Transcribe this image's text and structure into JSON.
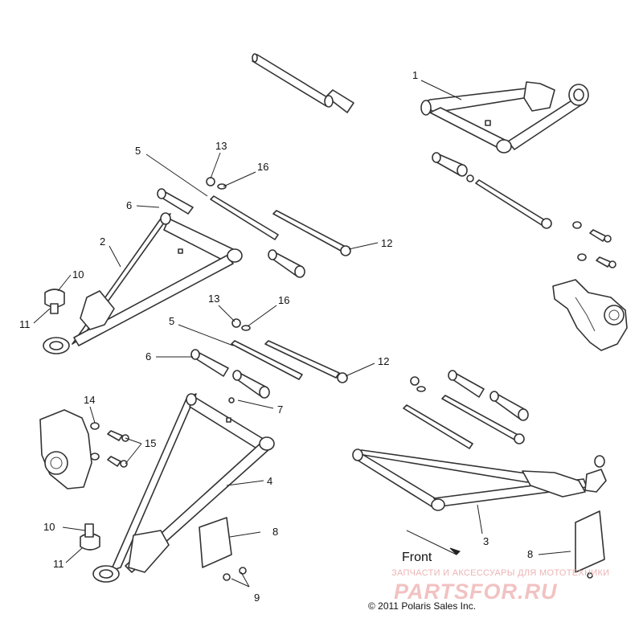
{
  "callouts": [
    {
      "id": "c1",
      "text": "1"
    },
    {
      "id": "c2",
      "text": "2"
    },
    {
      "id": "c3",
      "text": "3"
    },
    {
      "id": "c4",
      "text": "4"
    },
    {
      "id": "c5a",
      "text": "5"
    },
    {
      "id": "c5b",
      "text": "5"
    },
    {
      "id": "c6a",
      "text": "6"
    },
    {
      "id": "c6b",
      "text": "6"
    },
    {
      "id": "c7",
      "text": "7"
    },
    {
      "id": "c8a",
      "text": "8"
    },
    {
      "id": "c8b",
      "text": "8"
    },
    {
      "id": "c9",
      "text": "9"
    },
    {
      "id": "c10a",
      "text": "10"
    },
    {
      "id": "c10b",
      "text": "10"
    },
    {
      "id": "c11a",
      "text": "11"
    },
    {
      "id": "c11b",
      "text": "11"
    },
    {
      "id": "c12a",
      "text": "12"
    },
    {
      "id": "c12b",
      "text": "12"
    },
    {
      "id": "c13a",
      "text": "13"
    },
    {
      "id": "c13b",
      "text": "13"
    },
    {
      "id": "c14",
      "text": "14"
    },
    {
      "id": "c15",
      "text": "15"
    },
    {
      "id": "c16a",
      "text": "16"
    },
    {
      "id": "c16b",
      "text": "16"
    }
  ],
  "direction_label": "Front",
  "copyright": "© 2011 Polaris Sales Inc.",
  "watermark": {
    "tagline": "ЗАПЧАСТИ И АКСЕССУАРЫ ДЛЯ МОТОТЕХНИКИ",
    "brand": "PARTSFOR.RU"
  },
  "colors": {
    "line": "#333333",
    "watermark": "#f0b8b8"
  }
}
